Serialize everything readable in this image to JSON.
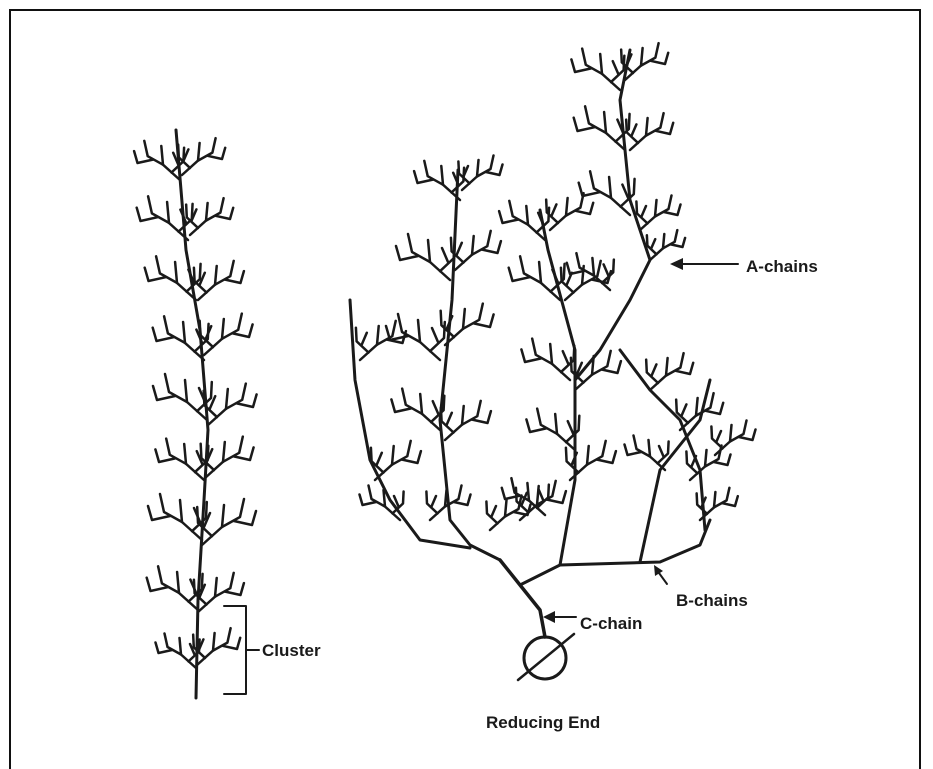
{
  "labels": {
    "a_chains": "A-chains",
    "b_chains": "B-chains",
    "c_chain": "C-chain",
    "cluster": "Cluster",
    "reducing_end": "Reducing End"
  },
  "colors": {
    "ink": "#1a1a1a",
    "background": "#ffffff"
  }
}
